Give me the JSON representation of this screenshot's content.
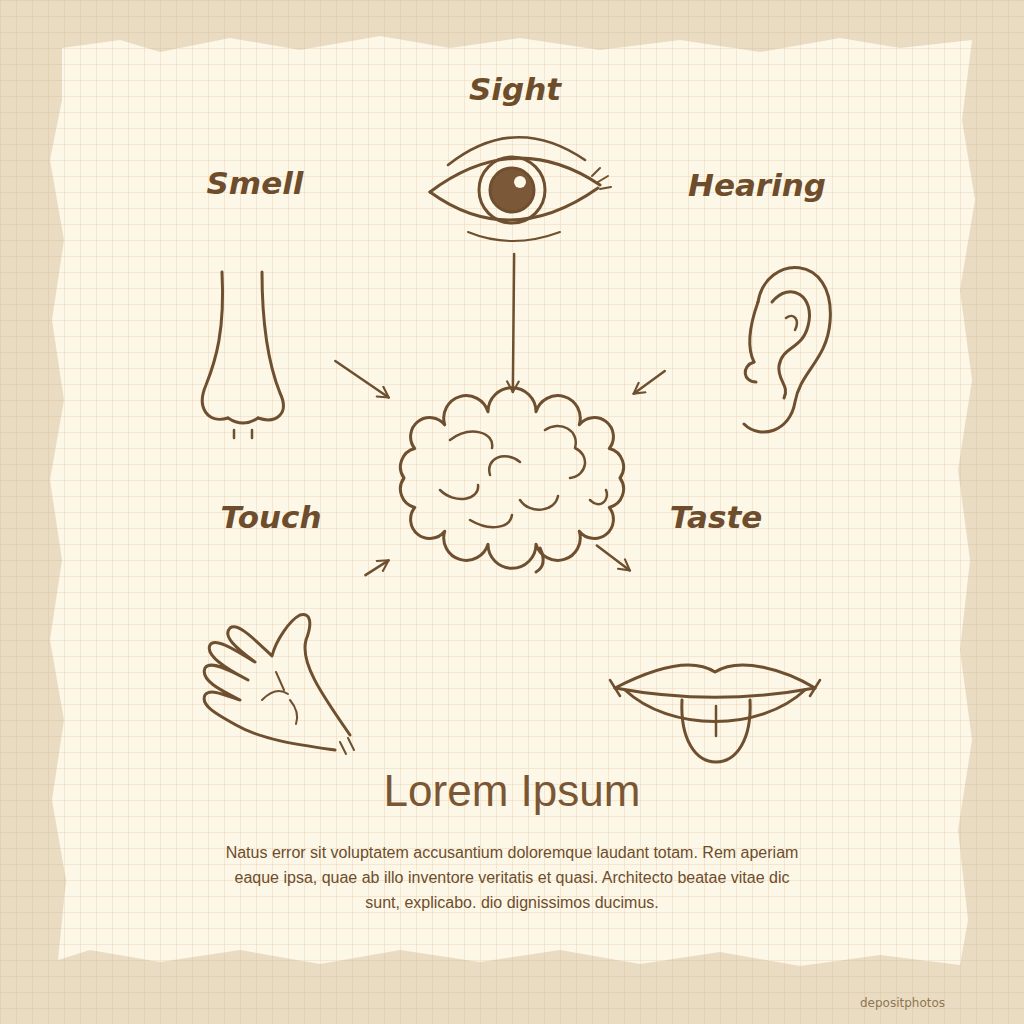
{
  "diagram": {
    "title": "Lorem Ipsum",
    "caption": "Natus error sit voluptatem accusantium doloremque laudant totam. Rem aperiam eaque ipsa, quae ab illo inventore veritatis et quasi. Architecto beatae vitae dic sunt, explicabo. dio dignissimos ducimus.",
    "nodes": [
      {
        "text": [
          "Sight"
        ]
      },
      {
        "text": [
          "Smell"
        ]
      },
      {
        "text": [
          "Hearing"
        ]
      },
      {
        "text": [
          "Touch"
        ]
      },
      {
        "text": [
          "Taste"
        ]
      },
      {
        "text": []
      }
    ],
    "edges": [
      {
        "from": 0,
        "to": 5,
        "arrow": "to"
      },
      {
        "from": 1,
        "to": 5,
        "arrow": "to"
      },
      {
        "from": 2,
        "to": 5,
        "arrow": "to"
      },
      {
        "from": 3,
        "to": 5,
        "arrow": "to"
      },
      {
        "from": 4,
        "to": 5,
        "arrow": "to"
      }
    ],
    "labels": [
      "depositphotos"
    ]
  }
}
